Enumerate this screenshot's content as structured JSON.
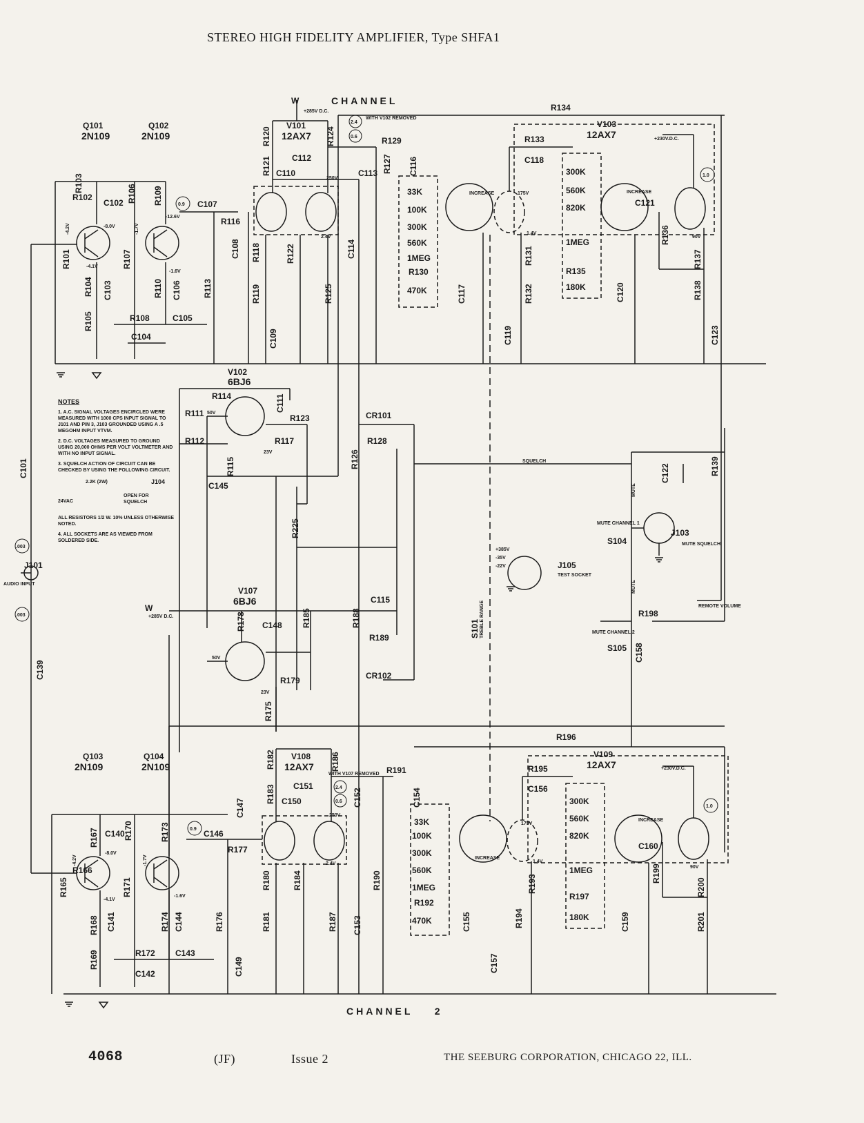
{
  "header": {
    "title": "STEREO HIGH FIDELITY AMPLIFIER, Type SHFA1"
  },
  "footer": {
    "page_number": "4068",
    "code": "(JF)",
    "issue": "Issue 2",
    "company": "THE SEEBURG CORPORATION, CHICAGO 22, ILL."
  },
  "channel_labels": {
    "top": "CHANNEL",
    "bottom": "CHANNEL    2"
  },
  "tubes": {
    "v101_ref": "V101",
    "v101_type": "12AX7",
    "v102_ref": "V102",
    "v102_type": "6BJ6",
    "v103_ref": "V103",
    "v103_type": "12AX7",
    "v107_ref": "V107",
    "v107_type": "6BJ6",
    "v108_ref": "V108",
    "v108_type": "12AX7",
    "v109_ref": "V109",
    "v109_type": "12AX7"
  },
  "transistors": {
    "q101_ref": "Q101",
    "q101_type": "2N109",
    "q102_ref": "Q102",
    "q102_type": "2N109",
    "q103_ref": "Q103",
    "q103_type": "2N109",
    "q104_ref": "Q104",
    "q104_type": "2N109"
  },
  "supply": {
    "w_top": "W",
    "v285_top": "+285V D.C.",
    "w_mid": "W",
    "v285_mid": "+285V D.C.",
    "v230_top": "+230V.D.C.",
    "v230_bot": "+230V.D.C.",
    "v250_top": "250V",
    "v250_bot": "250V",
    "v175_top": "175V",
    "v175_bot": "175V"
  },
  "notes": {
    "title": "NOTES",
    "n1": "1. A.C. SIGNAL VOLTAGES ENCIRCLED WERE MEASURED WITH 1000 CPS INPUT SIGNAL TO J101 AND PIN 3, J103 GROUNDED USING A .5 MEGOHM INPUT VTVM.",
    "n2": "2. D.C. VOLTAGES MEASURED TO GROUND USING 20,000 OHMS PER VOLT VOLTMETER AND WITH NO INPUT SIGNAL.",
    "n3": "3. SQUELCH ACTION OF CIRCUIT CAN BE CHECKED BY USING THE FOLLOWING CIRCUIT.",
    "squelch_r": "2.2K (2W)",
    "squelch_vac": "24VAC",
    "squelch_open": "OPEN FOR SQUELCH",
    "squelch_j": "J104",
    "n_resistors": "ALL RESISTORS 1/2 W. 10% UNLESS OTHERWISE NOTED.",
    "n4": "4. ALL SOCKETS ARE AS VIEWED FROM SOLDERED SIDE."
  },
  "controls": {
    "squelch": "SQUELCH",
    "mute_ch1": "MUTE CHANNEL 1",
    "s104": "S104",
    "mute_ch2": "MUTE CHANNEL 2",
    "s105": "S105",
    "j103": "J103",
    "j103_desc": "MUTE SQUELCH",
    "j105": "J105",
    "j105_desc": "TEST SOCKET",
    "j105_v1": "+385V",
    "j105_v2": "-35V",
    "j105_v3": "-22V",
    "remote_volume": "REMOTE VOLUME",
    "s101": "S101",
    "treble": "TREBLE RANGE",
    "mute": "MUTE",
    "increase": "INCREASE",
    "j101": "J101",
    "audio_input": "AUDIO INPUT"
  },
  "removed": {
    "top": "WITH V102 REMOVED",
    "bottom": "WITH V107 REMOVED"
  },
  "ch1_labels": {
    "r101": "R101",
    "r102": "R102",
    "r103": "R103",
    "r104": "R104",
    "r105": "R105",
    "r106": "R106",
    "r107": "R107",
    "r108": "R108",
    "r109": "R109",
    "r110": "R110",
    "r113": "R113",
    "r116": "R116",
    "r118": "R118",
    "r119": "R119",
    "r120": "R120",
    "r121": "R121",
    "r122": "R122",
    "r124": "R124",
    "r125": "R125",
    "r127": "R127",
    "r129": "R129",
    "r130": "R130",
    "r131": "R131",
    "r132": "R132",
    "r133": "R133",
    "r134": "R134",
    "r135": "R135",
    "r136": "R136",
    "r137": "R137",
    "r138": "R138",
    "r139": "R139",
    "c101": "C101",
    "c102": "C102",
    "c103": "C103",
    "c104": "C104",
    "c105": "C105",
    "c106": "C106",
    "c107": "C107",
    "c108": "C108",
    "c109": "C109",
    "c110": "C110",
    "c112": "C112",
    "c113": "C113",
    "c114": "C114",
    "c116": "C116",
    "c117": "C117",
    "c118": "C118",
    "c119": "C119",
    "c120": "C120",
    "c121": "C121",
    "c123": "C123",
    "v1": "-8.0V",
    "v2": "-12.6V",
    "v3": "-4.2V",
    "v4": "-4.1V",
    "v5": "-1.7V",
    "v6": "-1.6V",
    "v7": "2.4V",
    "v8": "1.4V",
    "v9": "90V",
    "ac1": "0.9",
    "ac2": "2.4",
    "ac3": "0.6",
    "ac4": "1.0",
    "ac5": ".003",
    "ac6": ".003",
    "t1": "33K",
    "t2": "100K",
    "t3": "300K",
    "t4": "560K",
    "t5": "1MEG",
    "t6": "470K",
    "b1": "300K",
    "b2": "560K",
    "b3": "820K",
    "b4": "1MEG",
    "b5": "180K"
  },
  "mid_labels": {
    "r111": "R111",
    "r112": "R112",
    "r114": "R114",
    "r115": "R115",
    "r117": "R117",
    "r123": "R123",
    "r126": "R126",
    "r128": "R128",
    "r175": "R175",
    "r178": "R178",
    "r179": "R179",
    "r185": "R185",
    "r188": "R188",
    "r189": "R189",
    "r196": "R196",
    "r198": "R198",
    "r225": "R225",
    "c111": "C111",
    "c115": "C115",
    "c122": "C122",
    "c139": "C139",
    "c145": "C145",
    "c148": "C148",
    "c158": "C158",
    "cr101": "CR101",
    "cr102": "CR102",
    "v50a": "50V",
    "v23a": "23V",
    "v50b": "50V",
    "v23b": "23V"
  },
  "ch2_labels": {
    "r165": "R165",
    "r166": "R166",
    "r167": "R167",
    "r168": "R168",
    "r169": "R169",
    "r170": "R170",
    "r171": "R171",
    "r172": "R172",
    "r173": "R173",
    "r174": "R174",
    "r176": "R176",
    "r177": "R177",
    "r180": "R180",
    "r181": "R181",
    "r182": "R182",
    "r183": "R183",
    "r184": "R184",
    "r186": "R186",
    "r187": "R187",
    "r190": "R190",
    "r191": "R191",
    "r192": "R192",
    "r193": "R193",
    "r194": "R194",
    "r195": "R195",
    "r197": "R197",
    "r199": "R199",
    "r200": "R200",
    "r201": "R201",
    "c140": "C140",
    "c141": "C141",
    "c142": "C142",
    "c143": "C143",
    "c144": "C144",
    "c146": "C146",
    "c147": "C147",
    "c149": "C149",
    "c150": "C150",
    "c151": "C151",
    "c152": "C152",
    "c153": "C153",
    "c154": "C154",
    "c155": "C155",
    "c156": "C156",
    "c157": "C157",
    "c159": "C159",
    "c160": "C160",
    "v1": "-8.0V",
    "v3": "-4.2V",
    "v4": "-4.1V",
    "v5": "-1.7V",
    "v6": "-1.6V",
    "v7": "2.4V",
    "v8": "1.4V",
    "v9": "90V",
    "ac1": "0.9",
    "ac2": "2.4",
    "ac3": "0.6",
    "ac4": "1.0",
    "t1": "33K",
    "t2": "100K",
    "t3": "300K",
    "t4": "560K",
    "t5": "1MEG",
    "t6": "470K",
    "b1": "300K",
    "b2": "560K",
    "b3": "820K",
    "b4": "1MEG",
    "b5": "180K"
  }
}
